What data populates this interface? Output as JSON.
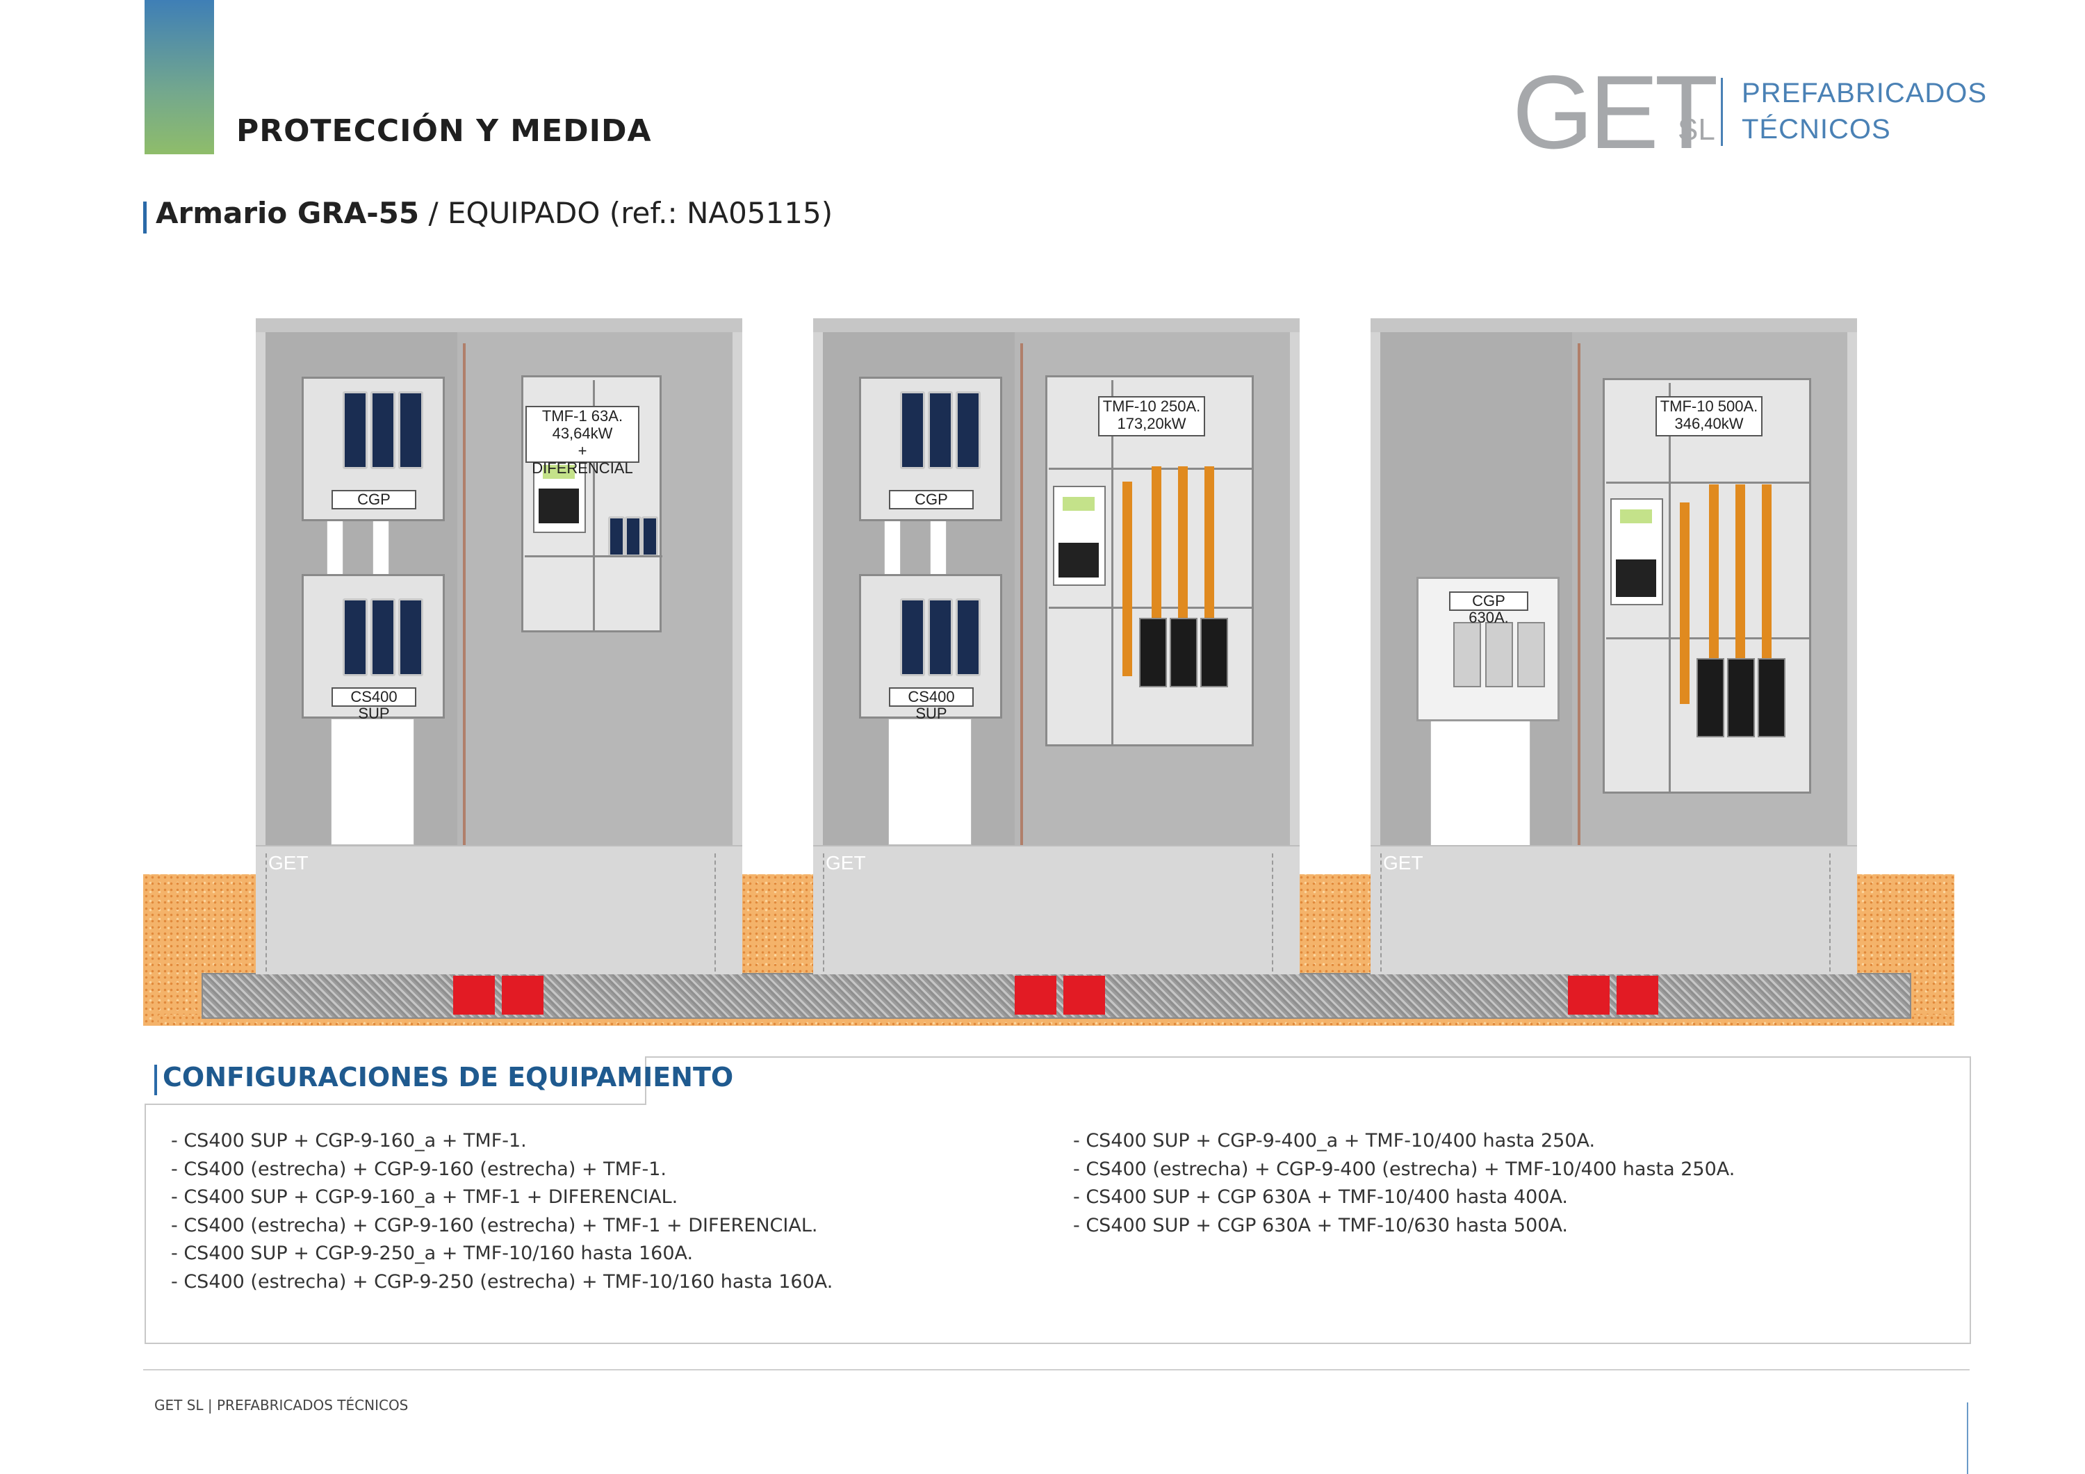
{
  "header": {
    "section_title": "PROTECCIÓN Y MEDIDA",
    "logo": {
      "get": "GET",
      "sl": "SL",
      "line1": "PREFABRICADOS",
      "line2": "TÉCNICOS"
    }
  },
  "subtitle": {
    "bold": "Armario GRA-55",
    "rest": " / EQUIPADO (ref.: NA05115)"
  },
  "cabinets": [
    {
      "brand": "GET",
      "labels": {
        "cgp": "CGP",
        "cs400": "CS400 SUP",
        "tmf_l1": "TMF-1 63A.",
        "tmf_l2": "43,64kW",
        "tmf_l3": "+ DIFERENCIAL"
      }
    },
    {
      "brand": "GET",
      "labels": {
        "cgp": "CGP",
        "cs400": "CS400 SUP",
        "tmf_l1": "TMF-10 250A.",
        "tmf_l2": "173,20kW"
      }
    },
    {
      "brand": "GET",
      "labels": {
        "cgp": "CGP 630A.",
        "tmf_l1": "TMF-10 500A.",
        "tmf_l2": "346,40kW"
      }
    }
  ],
  "configurations": {
    "title": "CONFIGURACIONES DE EQUIPAMIENTO",
    "left": [
      "- CS400 SUP + CGP-9-160_a + TMF-1.",
      "- CS400 (estrecha) + CGP-9-160 (estrecha) + TMF-1.",
      "- CS400 SUP + CGP-9-160_a + TMF-1 + DIFERENCIAL.",
      "- CS400 (estrecha) + CGP-9-160 (estrecha) + TMF-1 + DIFERENCIAL.",
      "- CS400 SUP + CGP-9-250_a + TMF-10/160 hasta 160A.",
      "- CS400 (estrecha) + CGP-9-250 (estrecha) + TMF-10/160 hasta 160A."
    ],
    "right": [
      "- CS400 SUP + CGP-9-400_a + TMF-10/400 hasta 250A.",
      "- CS400 (estrecha) + CGP-9-400 (estrecha) + TMF-10/400 hasta 250A.",
      "- CS400 SUP + CGP 630A + TMF-10/400 hasta 400A.",
      "- CS400 SUP + CGP 630A + TMF-10/630 hasta 500A."
    ]
  },
  "footer": {
    "text": "GET SL | PREFABRICADOS TÉCNICOS"
  },
  "colors": {
    "accent_blue": "#2a6aa8",
    "logo_gray": "#a6a8ab",
    "cable_orange": "#e08a1f",
    "duct_red": "#e21b24"
  }
}
